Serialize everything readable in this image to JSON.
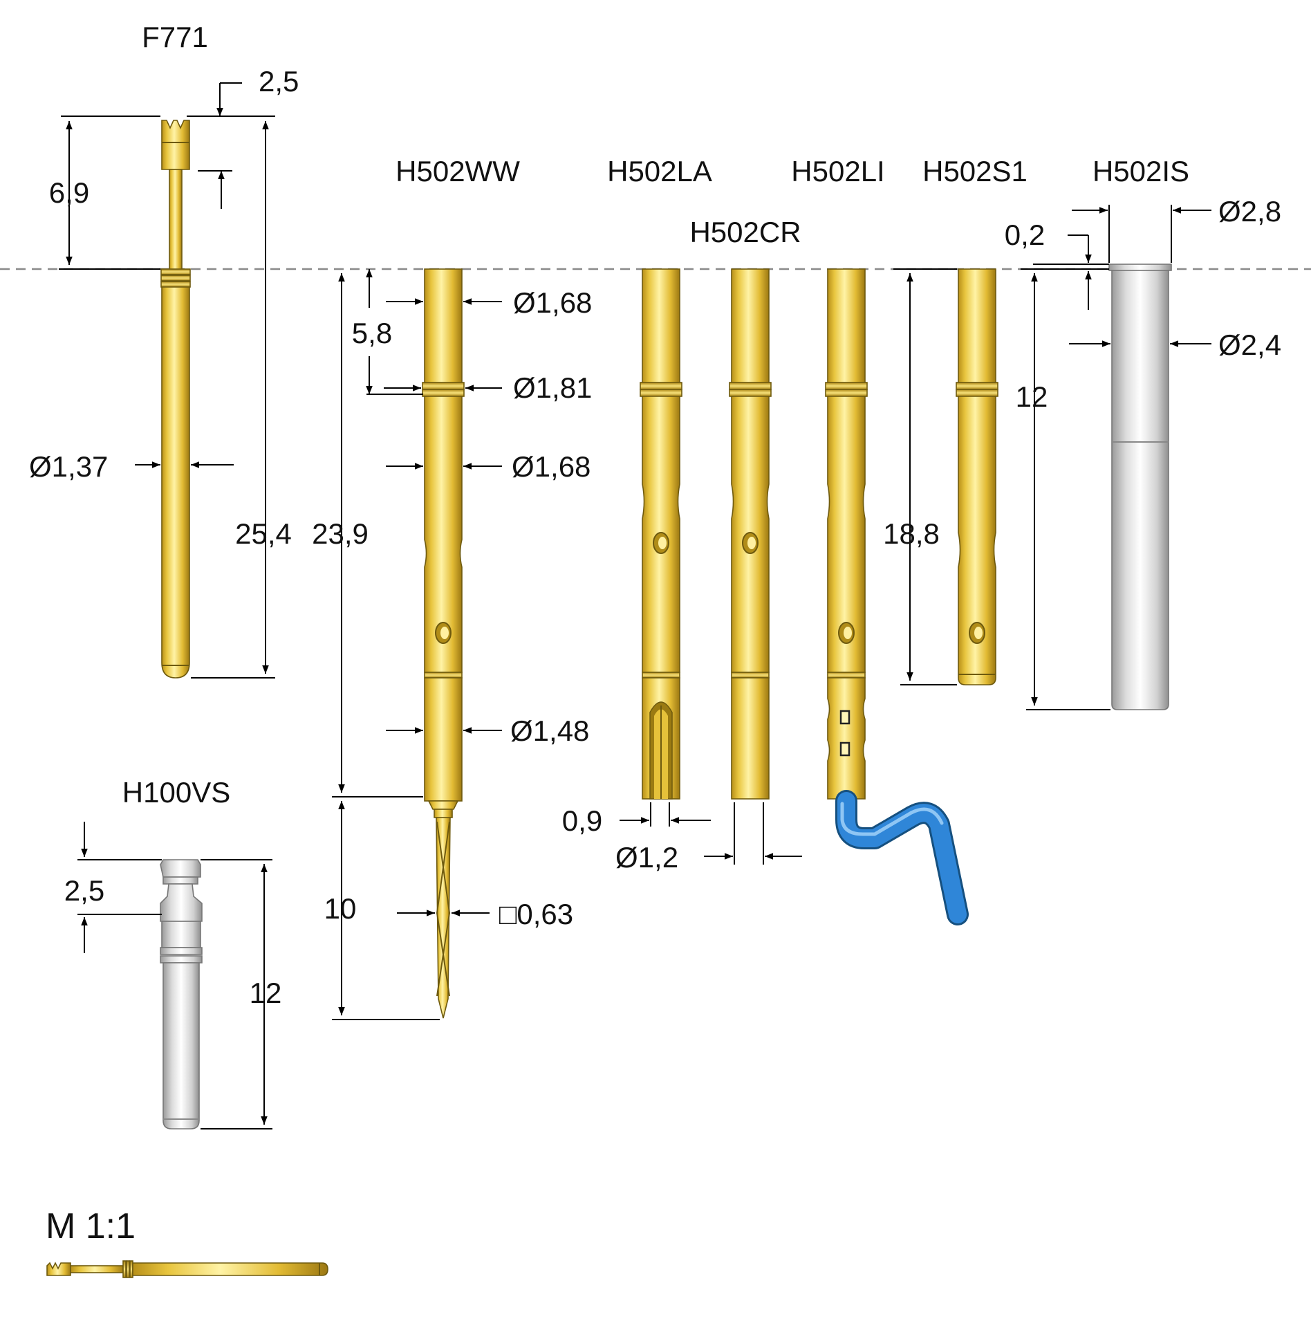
{
  "parts": {
    "f771": "F771",
    "h502ww": "H502WW",
    "h502la": "H502LA",
    "h502cr": "H502CR",
    "h502li": "H502LI",
    "h502s1": "H502S1",
    "h502is": "H502IS",
    "h100vs": "H100VS"
  },
  "dims": {
    "f771_tip": "2,5",
    "f771_head": "6,9",
    "f771_dia": "Ø1,37",
    "f771_len": "25,4",
    "ww_dia_top": "Ø1,68",
    "ww_ring_pos": "5,8",
    "ww_dia_ring": "Ø1,81",
    "ww_dia_mid": "Ø1,68",
    "ww_len": "23,9",
    "ww_dia_low": "Ø1,48",
    "ww_pin_len": "10",
    "ww_square": "□0,63",
    "la_slot": "0,9",
    "cr_dia": "Ø1,2",
    "s1_len": "18,8",
    "is_collar": "0,2",
    "is_dia_outer": "Ø2,8",
    "is_dia_inner": "Ø2,4",
    "is_len": "12",
    "vs_head": "2,5",
    "vs_len": "12"
  },
  "scale": "M 1:1",
  "colors": {
    "gold": "#e6c13a",
    "silver": "#d6d6d6",
    "wire": "#2f86d8",
    "reference_line": "#8a8a8a"
  }
}
